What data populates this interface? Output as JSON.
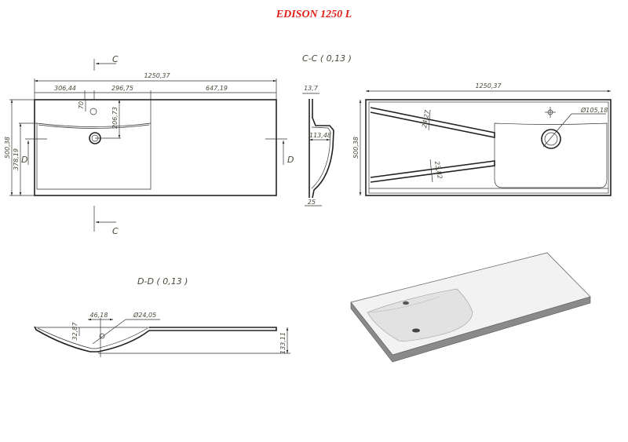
{
  "title": "EDISON 1250 L",
  "colors": {
    "title": "#e0201a",
    "lines": "#222222",
    "dimensions": "#4a4a3a"
  },
  "plan_view": {
    "overall_width": "1250,37",
    "seg_left": "306,44",
    "seg_mid": "296,75",
    "seg_right": "647,19",
    "depth": "500,38",
    "basin_depth": "378,19",
    "tap_offset": "70",
    "drain_offset": "206,73",
    "section_c_label": "C",
    "section_d_label": "D"
  },
  "section_cc": {
    "label": "C-C ( 0,13 )",
    "rim_thickness": "13,7",
    "bowl_depth": "113,48",
    "bottom": "25"
  },
  "bottom_view": {
    "overall_width": "1250,37",
    "depth": "500,38",
    "rib_upper": "24,27",
    "rib_lower": "23,82",
    "drain_diameter": "Ø105,18"
  },
  "section_dd": {
    "label": "D-D ( 0,13 )",
    "hole_offset": "46,18",
    "hole_diameter": "Ø24,05",
    "hole_height": "32,87",
    "total_height": "133,11"
  }
}
